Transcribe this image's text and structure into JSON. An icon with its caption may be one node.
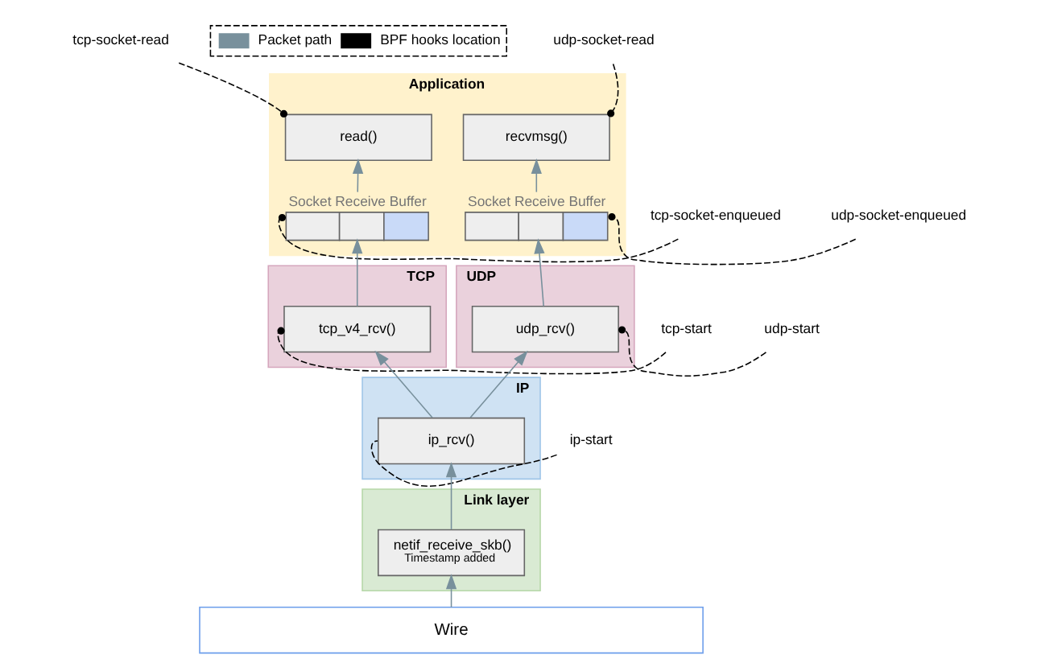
{
  "diagram": {
    "nodes": [
      {
        "text": [
          "Application"
        ]
      },
      {
        "text": [
          "read()"
        ],
        "in": 0
      },
      {
        "text": [
          "recvmsg()"
        ],
        "in": 0
      },
      {
        "text": [
          "Socket Receive Buffer"
        ],
        "in": 0
      },
      {
        "text": [
          "Socket Receive Buffer"
        ],
        "in": 0
      },
      {
        "text": [
          "TCP"
        ]
      },
      {
        "text": [
          "tcp_v4_rcv()"
        ],
        "in": 5
      },
      {
        "text": [
          "UDP"
        ]
      },
      {
        "text": [
          "udp_rcv()"
        ],
        "in": 7
      },
      {
        "text": [
          "IP"
        ]
      },
      {
        "text": [
          "ip_rcv()"
        ],
        "in": 9
      },
      {
        "text": [
          "Link layer"
        ]
      },
      {
        "text": [
          "netif_receive_skb()",
          "Timestamp added"
        ],
        "in": 11
      },
      {
        "text": [
          "Wire"
        ]
      },
      {
        "text": [
          "tcp-socket-read"
        ]
      },
      {
        "text": [
          "udp-socket-read"
        ]
      },
      {
        "text": [
          "tcp-socket-enqueued"
        ]
      },
      {
        "text": [
          "udp-socket-enqueued"
        ]
      },
      {
        "text": [
          "tcp-start"
        ]
      },
      {
        "text": [
          "udp-start"
        ]
      },
      {
        "text": [
          "ip-start"
        ]
      }
    ],
    "edges": [
      {
        "from": 13,
        "to": 12,
        "arrow": "to"
      },
      {
        "from": 12,
        "to": 10,
        "arrow": "to"
      },
      {
        "from": 10,
        "to": 6,
        "arrow": "to"
      },
      {
        "from": 10,
        "to": 8,
        "arrow": "to"
      },
      {
        "from": 6,
        "to": 3,
        "arrow": "to"
      },
      {
        "from": 8,
        "to": 4,
        "arrow": "to"
      },
      {
        "from": 3,
        "to": 1,
        "arrow": "to"
      },
      {
        "from": 4,
        "to": 2,
        "arrow": "to"
      },
      {
        "from": 14,
        "to": 1,
        "arrow": "other",
        "style": "dashed",
        "color": "#000000"
      },
      {
        "from": 15,
        "to": 2,
        "arrow": "other",
        "style": "dashed",
        "color": "#000000"
      },
      {
        "from": 16,
        "to": 3,
        "arrow": "other",
        "style": "dashed",
        "color": "#000000"
      },
      {
        "from": 17,
        "to": 4,
        "arrow": "other",
        "style": "dashed",
        "color": "#000000"
      },
      {
        "from": 18,
        "to": 6,
        "arrow": "other",
        "style": "dashed",
        "color": "#000000"
      },
      {
        "from": 19,
        "to": 8,
        "arrow": "other",
        "style": "dashed",
        "color": "#000000"
      },
      {
        "from": 20,
        "to": 10,
        "arrow": "other",
        "style": "dashed",
        "color": "#000000"
      }
    ],
    "legend": [
      {
        "text": "Packet path"
      },
      {
        "text": "BPF hooks location"
      }
    ]
  }
}
